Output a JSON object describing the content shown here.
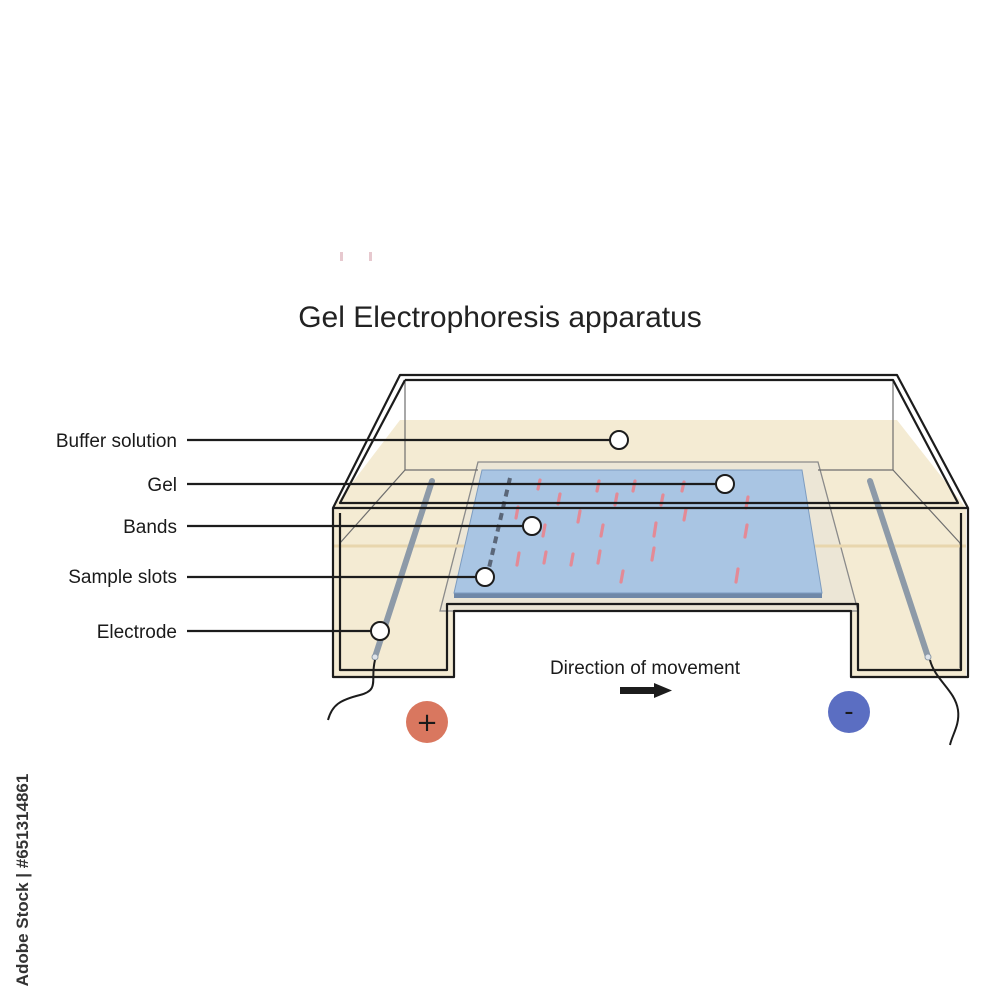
{
  "diagram": {
    "title": "Gel Electrophoresis apparatus",
    "labels": {
      "buffer_solution": "Buffer solution",
      "gel": "Gel",
      "bands": "Bands",
      "sample_slots": "Sample slots",
      "electrode": "Electrode"
    },
    "direction_caption": "Direction of movement",
    "positive_sign": "+",
    "negative_sign": "-",
    "stock_id": "Adobe Stock | #651314861"
  },
  "colors": {
    "buffer": "#f4ebd3",
    "gel": "#a9c5e3",
    "band": "#e38a96",
    "electrode": "#8d9aa8",
    "positive_terminal": "#d9775f",
    "negative_terminal": "#5b6ec2",
    "outline": "#1c1c1c"
  },
  "icons": {
    "positive_terminal": "plus-circle-icon",
    "negative_terminal": "minus-circle-icon",
    "direction": "right-arrow-icon"
  }
}
